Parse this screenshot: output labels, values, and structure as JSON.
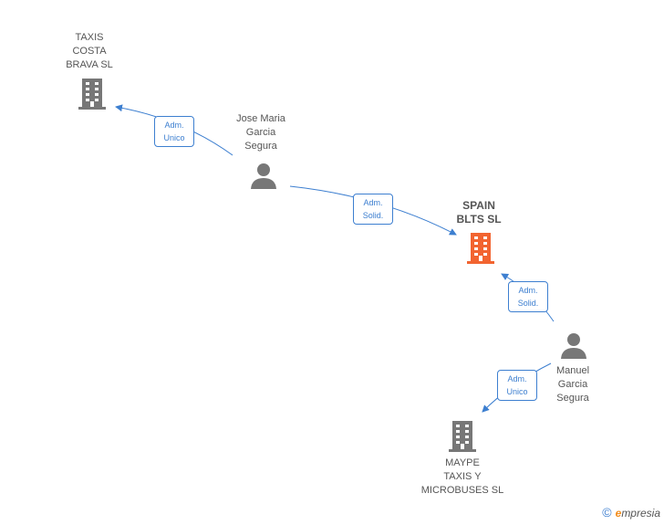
{
  "nodes": {
    "taxis_costa_brava": {
      "name_lines": [
        "TAXIS",
        "COSTA",
        "BRAVA SL"
      ]
    },
    "jose_maria": {
      "name_lines": [
        "Jose Maria",
        "Garcia",
        "Segura"
      ]
    },
    "spain_blts": {
      "name_lines": [
        "SPAIN",
        "BLTS SL"
      ]
    },
    "manuel": {
      "name_lines": [
        "Manuel",
        "Garcia",
        "Segura"
      ]
    },
    "maype": {
      "name_lines": [
        "MAYPE",
        "TAXIS Y",
        "MICROBUSES SL"
      ]
    }
  },
  "edges": {
    "jose_to_taxis": {
      "label_lines": [
        "Adm.",
        "Unico"
      ]
    },
    "jose_to_spain": {
      "label_lines": [
        "Adm.",
        "Solid."
      ]
    },
    "manuel_to_spain": {
      "label_lines": [
        "Adm.",
        "Solid."
      ]
    },
    "manuel_to_maype": {
      "label_lines": [
        "Adm.",
        "Unico"
      ]
    }
  },
  "footer": {
    "copyright_symbol": "©",
    "brand_initial": "e",
    "brand_rest": "mpresia"
  },
  "colors": {
    "company": "#777777",
    "company_main": "#f26430",
    "person": "#777777",
    "edge": "#3d7fd0"
  }
}
